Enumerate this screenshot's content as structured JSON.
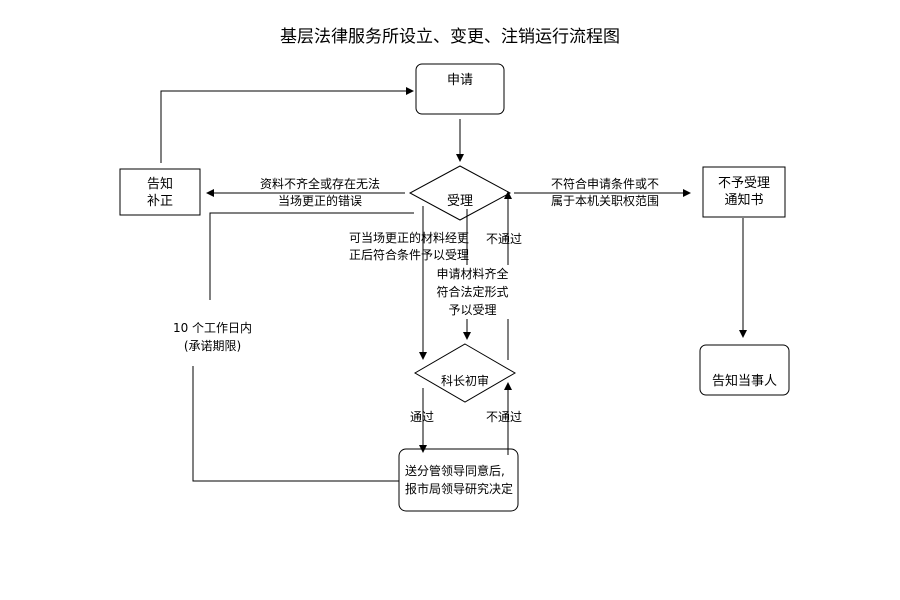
{
  "title": "基层法律服务所设立、变更、注销运行流程图",
  "nodes": {
    "apply": "申请",
    "accept": "受理",
    "correct_1": "告知",
    "correct_2": "补正",
    "reject_1": "不予受理",
    "reject_2": "通知书",
    "notify": "告知当事人",
    "review": "科长初审",
    "decide_1": "送分管领导同意后,",
    "decide_2": "报市局领导研究决定"
  },
  "edges": {
    "incomplete_1": "资料不齐全或存在无法",
    "incomplete_2": "当场更正的错误",
    "not_eligible_1": "不符合申请条件或不",
    "not_eligible_2": "属于本机关职权范围",
    "fix_accept_1": "可当场更正的材料经更",
    "fix_accept_2": "正后符合条件予以受理",
    "complete_1": "申请材料齐全",
    "complete_2": "符合法定形式",
    "complete_3": "予以受理",
    "fail_1": "不通过",
    "pass": "通过",
    "fail_2": "不通过",
    "deadline_1": "10 个工作日内",
    "deadline_2": "(承诺期限)"
  }
}
